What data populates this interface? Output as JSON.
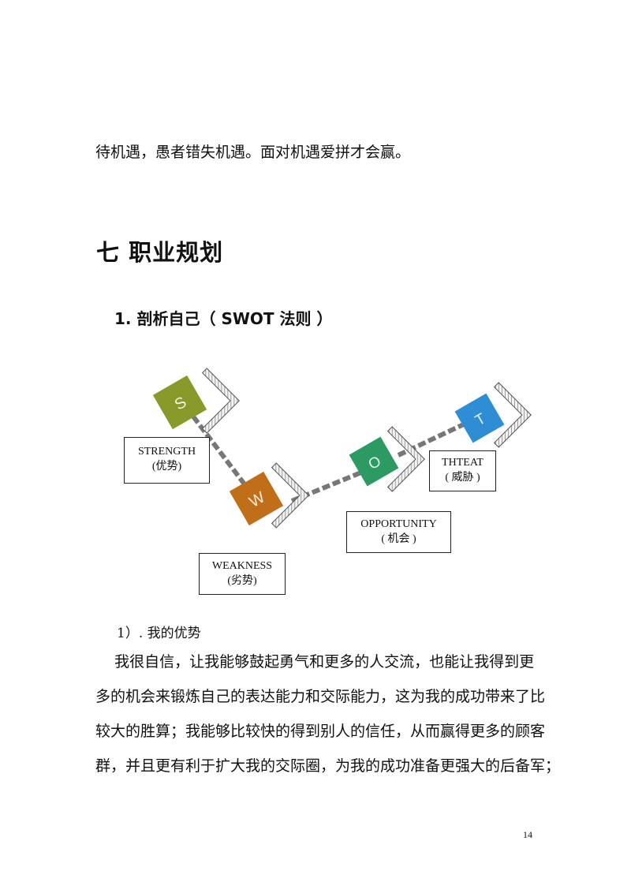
{
  "top_text": "待机遇，愚者错失机遇。面对机遇爱拼才会赢。",
  "section_title": "七  职业规划",
  "subsection_title": "1.  剖析自己（  SWOT 法则  ）",
  "swot": {
    "s": {
      "letter": "S",
      "label_en": "STRENGTH",
      "label_cn": "(优势)",
      "color": "#8a9a2a"
    },
    "w": {
      "letter": "W",
      "label_en": "WEAKNESS",
      "label_cn": "(劣势)",
      "color": "#c06e1a"
    },
    "o": {
      "letter": "O",
      "label_en": "OPPORTUNITY",
      "label_cn": "( 机会 )",
      "color": "#2e9a63"
    },
    "t": {
      "letter": "T",
      "label_en": "THTEAT",
      "label_cn": "( 威胁 )",
      "color": "#2f8ed3"
    }
  },
  "item_heading": "1）. 我的优势",
  "paragraph": [
    "    我很自信，让我能够鼓起勇气和更多的人交流，也能让我得到更",
    "多的机会来锻炼自己的表达能力和交际能力，这为我的成功带来了比",
    "较大的胜算；我能够比较快的得到别人的信任，从而赢得更多的顾客",
    "群，并且更有利于扩大我的交际圈，为我的成功准备更强大的后备军；"
  ],
  "page_number": "14"
}
